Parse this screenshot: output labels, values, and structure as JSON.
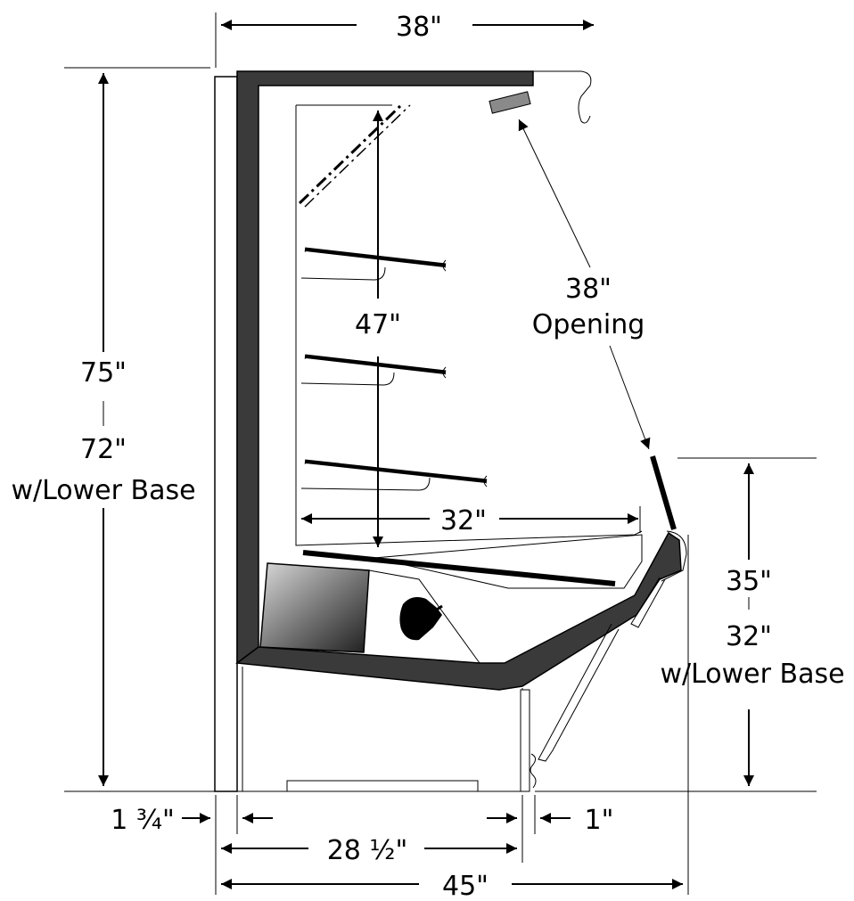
{
  "title": "",
  "dimensions": {
    "top_width": "38\"",
    "overall_height": "75\"",
    "overall_height_lower_base": "72\"",
    "lower_base_label": "w/Lower Base",
    "interior_height": "47\"",
    "opening": "38\"",
    "opening_label": "Opening",
    "shelf_depth": "32\"",
    "front_height": "35\"",
    "front_height_lower_base": "32\"",
    "front_lower_base_label": "w/Lower Base",
    "bumper_depth": "1 ¾\"",
    "base_depth": "28 ½\"",
    "toe_kick": "1\"",
    "overall_depth": "45\""
  }
}
